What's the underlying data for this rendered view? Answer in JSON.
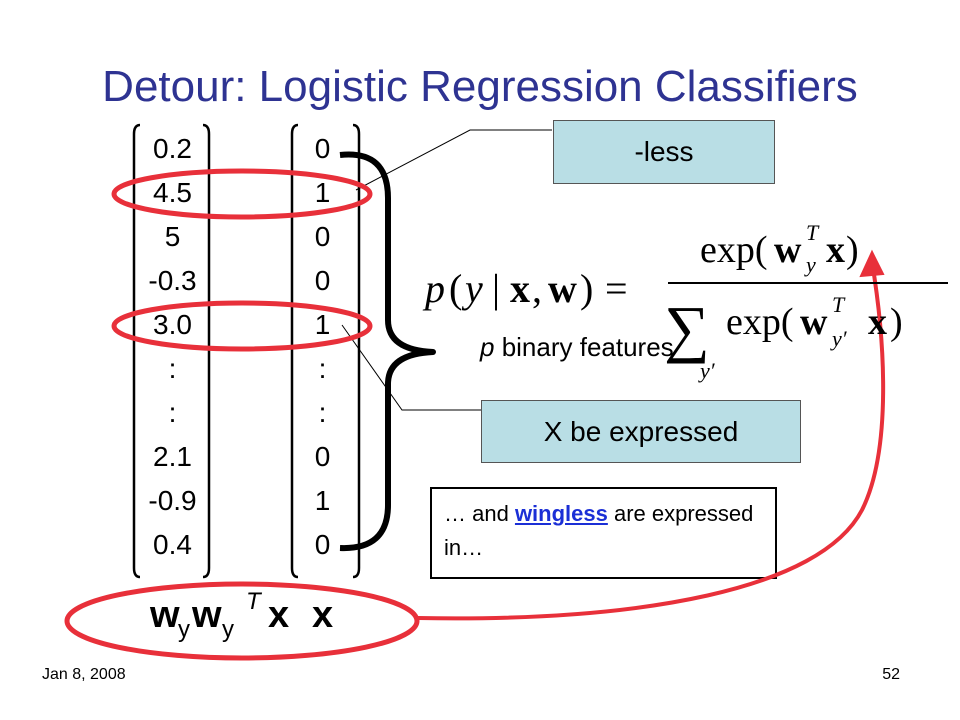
{
  "slide": {
    "title": "Detour: Logistic Regression Classifiers",
    "date": "Jan 8, 2008",
    "page_number": "52"
  },
  "weights_column": [
    "0.2",
    "4.5",
    "5",
    "-0.3",
    "3.0",
    ":",
    ":",
    "2.1",
    "-0.9",
    "0.4"
  ],
  "features_column": [
    "0",
    "1",
    "0",
    "0",
    "1",
    ":",
    ":",
    "0",
    "1",
    "0"
  ],
  "callouts": {
    "less": "-less",
    "x_expressed": "X be expressed",
    "note_prefix": "… and ",
    "note_link": "wingless",
    "note_suffix": " are expressed in…",
    "binary_features_italic": "p",
    "binary_features_rest": " binary features"
  },
  "vector_labels": {
    "w": "w",
    "y": "y",
    "T": "T",
    "x": "x"
  },
  "colors": {
    "title": "#2E3392",
    "highlight_ellipse": "#E8303A",
    "callout_fill": "#B9DEE5",
    "link": "#1B2FD6"
  }
}
